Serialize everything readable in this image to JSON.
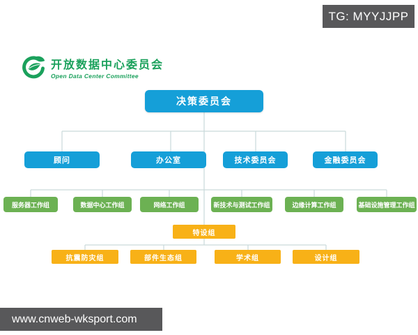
{
  "watermark_top": {
    "text": "TG: MYYJJPP"
  },
  "logo": {
    "title": "开放数据中心委员会",
    "subtitle": "Open Data Center Committee"
  },
  "org_chart": {
    "root": "决策委员会",
    "committees": [
      "顾问",
      "办公室",
      "技术委员会",
      "金融委员会"
    ],
    "workgroups": [
      "服务器工作组",
      "数据中心工作组",
      "网络工作组",
      "新技术与测试工作组",
      "边缘计算工作组",
      "基础设施管理工作组"
    ],
    "special": "特设组",
    "special_groups": [
      "抗震防灾组",
      "部件生态组",
      "学术组",
      "设计组"
    ]
  },
  "watermark_bottom": {
    "text": "www.cnweb-wksport.com"
  },
  "colors": {
    "blue": "#159fd8",
    "green": "#6cb153",
    "orange": "#f8b117",
    "gray": "#58585a",
    "line": "#c9d9da",
    "logogreen": "#1ba15c"
  }
}
